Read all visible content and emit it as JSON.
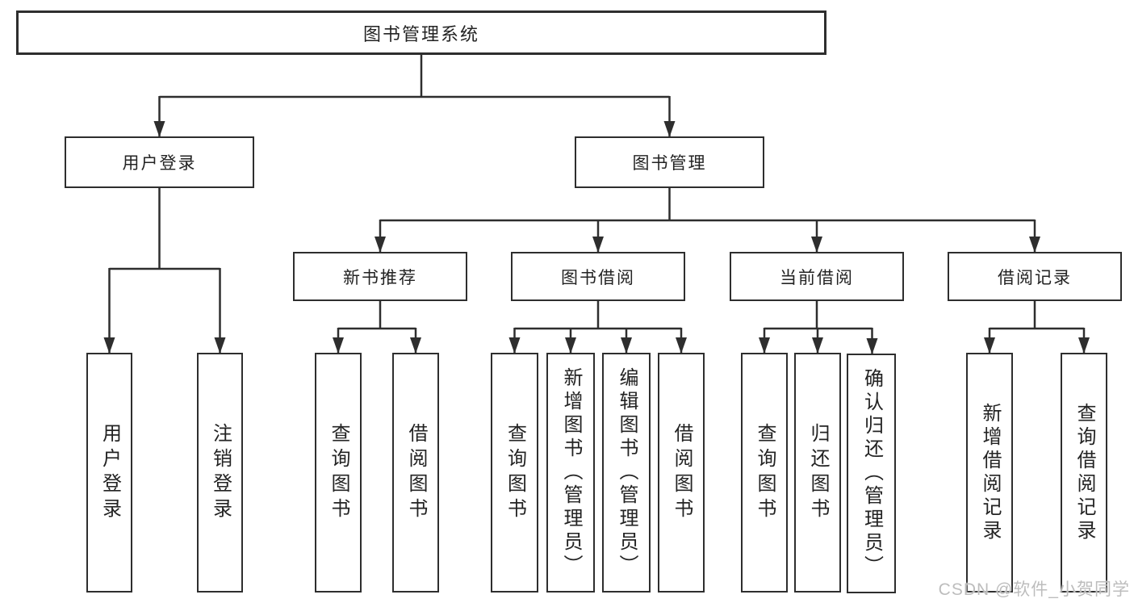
{
  "colors": {
    "line": "#2e2e2e",
    "box_border": "#2e2e2e",
    "box_background": "#ffffff",
    "text": "#232323",
    "watermark": "#bdbdbd",
    "page_background": "#ffffff"
  },
  "tree": {
    "label": "图书管理系统",
    "children": [
      {
        "label": "用户登录",
        "children": [
          {
            "label": "用户登录"
          },
          {
            "label": "注销登录"
          }
        ]
      },
      {
        "label": "图书管理",
        "children": [
          {
            "label": "新书推荐",
            "children": [
              {
                "label": "查询图书"
              },
              {
                "label": "借阅图书"
              }
            ]
          },
          {
            "label": "图书借阅",
            "children": [
              {
                "label": "查询图书"
              },
              {
                "label": "新增图书（管理员）"
              },
              {
                "label": "编辑图书（管理员）"
              },
              {
                "label": "借阅图书"
              }
            ]
          },
          {
            "label": "当前借阅",
            "children": [
              {
                "label": "查询图书"
              },
              {
                "label": "归还图书"
              },
              {
                "label": "确认归还（管理员）"
              }
            ]
          },
          {
            "label": "借阅记录",
            "children": [
              {
                "label": "新增借阅记录"
              },
              {
                "label": "查询借阅记录"
              }
            ]
          }
        ]
      }
    ]
  },
  "watermark": {
    "text": "CSDN @软件_小贺同学"
  }
}
